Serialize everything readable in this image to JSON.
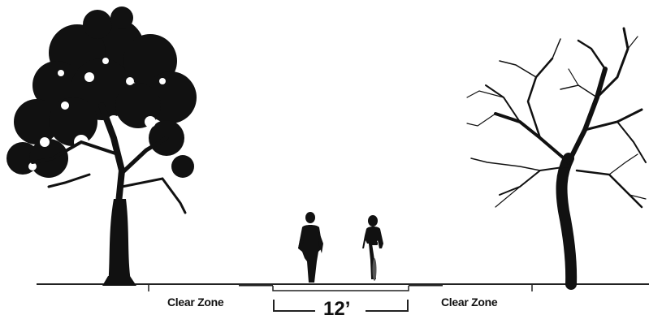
{
  "labels": {
    "clear_zone_left": "Clear Zone",
    "clear_zone_right": "Clear Zone",
    "path_width": "12’"
  },
  "colors": {
    "ink": "#111111",
    "background": "#ffffff"
  },
  "icons": {
    "left_tree": "leafy-tree-silhouette",
    "right_tree": "bare-tree-silhouette",
    "pedestrian": "walking-person-silhouette",
    "cyclist": "cyclist-silhouette"
  }
}
